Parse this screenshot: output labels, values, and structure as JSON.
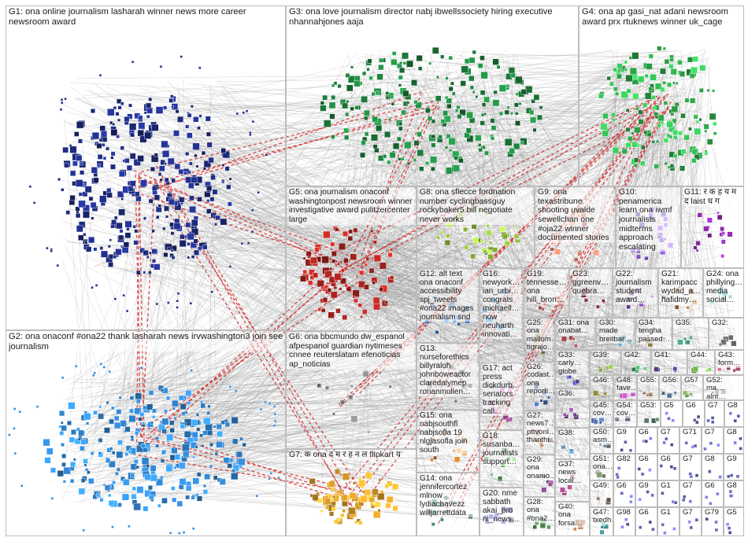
{
  "groups": [
    {
      "id": "G1",
      "label": "G1: ona online journalism lasharah winner news more career newsroom award",
      "color": "#1d2a7a",
      "nodes": 330
    },
    {
      "id": "G2",
      "label": "G2: ona onaconf #ona22 thank lasharah news irvwashington3 join see journalism",
      "color": "#2f80c8",
      "nodes": 280
    },
    {
      "id": "G3",
      "label": "G3: ona love journalism director nabj ibwellssociety hiring executive nhannahjones aaja",
      "color": "#1c7a3a",
      "nodes": 220
    },
    {
      "id": "G4",
      "label": "G4: ona ap gasi_nat adani newsroom award prx rtuknews winner uk_cage",
      "color": "#2ea84a",
      "nodes": 150
    },
    {
      "id": "G5",
      "label": "G5: ona journalism onaconf washingtonpost newsroom winner investigative award pulitzercenter large",
      "color": "#a5231f",
      "nodes": 90
    },
    {
      "id": "G6",
      "label": "G6: ona bbcmundo dw_espanol afpespanol guardian nytimeses cnnee reuterslatam efenoticias ap_noticias",
      "color": "#8a8a8a",
      "nodes": 10
    },
    {
      "id": "G7",
      "label": "G7: क ona द म र ह न ल flipkart य",
      "color": "#e0a22a",
      "nodes": 80
    },
    {
      "id": "G8",
      "label": "G8: ona sflecce fordnation number cyclingbassguy rockybaker5 bill negotiate never works",
      "color": "#9ac93a",
      "nodes": 40
    },
    {
      "id": "G9",
      "label": "G9: ona texastribune shooting uvalde sewellchan one #oja22 winner documented stories",
      "color": "#d9826a",
      "nodes": 25
    },
    {
      "id": "G10",
      "label": "G10: penamerica learn ona iwmf journalists midterms approach escalating",
      "color": "#7a4fc0",
      "nodes": 20
    },
    {
      "id": "G11",
      "label": "G11: र क ह य म द laist ध ग",
      "color": "#8a2aa8",
      "nodes": 18
    },
    {
      "id": "G12",
      "label": "G12: alt text ona onaconf accessibility spj_tweets #ona22 images journalism snd",
      "color": "#3a6fb0",
      "nodes": 14
    },
    {
      "id": "G13",
      "label": "G13: nurseforethics billyraloh johnboweactor claredalymep ronanmullen…",
      "color": "#6a6a6a",
      "nodes": 12
    },
    {
      "id": "G14",
      "label": "G14: ona jennifercortez mlnow lydiachavezz willjarrettdata",
      "color": "#3a7a6a",
      "nodes": 12
    },
    {
      "id": "G15",
      "label": "G15: ona nabjsouthfl nabjsofla 19 nlgjasofla join south",
      "color": "#c07a2a",
      "nodes": 11
    },
    {
      "id": "G16",
      "label": "G16: newyork… ian_urbi… congrats michaell… now neuharth innovati…",
      "color": "#2a8ac0",
      "nodes": 10
    },
    {
      "id": "G17",
      "label": "G17: act press dickdurb… senators tracking call…",
      "color": "#a04a9a",
      "nodes": 10
    },
    {
      "id": "G18",
      "label": "G18: susanba… journalists support…",
      "color": "#4a9a4a",
      "nodes": 9
    },
    {
      "id": "G19",
      "label": "G19: tennesse… ona hill_bron…",
      "color": "#c05a5a",
      "nodes": 9
    },
    {
      "id": "G20",
      "label": "G20: nme sabbath akai_pro ni_news…",
      "color": "#5a5ac0",
      "nodes": 9
    },
    {
      "id": "G21",
      "label": "G21: karimpacc wydad_a… hafidmy…",
      "color": "#b07030",
      "nodes": 8
    },
    {
      "id": "G22",
      "label": "G22: journalism student award…",
      "color": "#6a3a9a",
      "nodes": 8
    },
    {
      "id": "G23",
      "label": "G23: ggreenv… quebra…",
      "color": "#9a3a6a",
      "nodes": 8
    },
    {
      "id": "G24",
      "label": "G24: ona phillying… media social…",
      "color": "#3a9a9a",
      "nodes": 8
    },
    {
      "id": "G25",
      "label": "G25: ona mailom… tigrajo…",
      "color": "#7a7a3a",
      "nodes": 7
    },
    {
      "id": "G26",
      "label": "G26: codast… ona reporti…",
      "color": "#3a5a9a",
      "nodes": 7
    },
    {
      "id": "G27",
      "label": "G27: news7… pttvonl… thanthi…",
      "color": "#9a5a3a",
      "nodes": 7
    },
    {
      "id": "G28",
      "label": "G28: ona #ona2…",
      "color": "#5a9a5a",
      "nodes": 6
    },
    {
      "id": "G29",
      "label": "G29: ona onamo…",
      "color": "#8a4a8a",
      "nodes": 6
    },
    {
      "id": "G30",
      "label": "G30: made breitbar…",
      "color": "#4a8aa8",
      "nodes": 6
    },
    {
      "id": "G31",
      "label": "G31: ona onabat…",
      "color": "#a84a4a",
      "nodes": 6
    },
    {
      "id": "G32",
      "label": "G32:",
      "color": "#5a5a5a",
      "nodes": 5
    },
    {
      "id": "G33",
      "label": "G33: carly… globe",
      "color": "#4a4aa8",
      "nodes": 5
    },
    {
      "id": "G34",
      "label": "G34: tengha passed…",
      "color": "#a8884a",
      "nodes": 5
    },
    {
      "id": "G35",
      "label": "G35:",
      "color": "#4aa888",
      "nodes": 5
    },
    {
      "id": "G36",
      "label": "G36:",
      "color": "#884aa8",
      "nodes": 5
    },
    {
      "id": "G37",
      "label": "G37: news local…",
      "color": "#a84a88",
      "nodes": 5
    },
    {
      "id": "G38",
      "label": "G38:",
      "color": "#4a88a8",
      "nodes": 4
    },
    {
      "id": "G39",
      "label": "G39:",
      "color": "#88a84a",
      "nodes": 4
    },
    {
      "id": "G40",
      "label": "G40: ona forsa…",
      "color": "#a86a4a",
      "nodes": 4
    },
    {
      "id": "G41",
      "label": "G41:",
      "color": "#6a4aa8",
      "nodes": 4
    },
    {
      "id": "G42",
      "label": "G42:",
      "color": "#4aa86a",
      "nodes": 4
    },
    {
      "id": "G43",
      "label": "G43: form…",
      "color": "#a84a6a",
      "nodes": 4
    },
    {
      "id": "G44",
      "label": "G44:",
      "color": "#6aa84a",
      "nodes": 4
    },
    {
      "id": "G45",
      "label": "G45: cov…",
      "color": "#4a6aa8",
      "nodes": 4
    },
    {
      "id": "G46",
      "label": "G46:",
      "color": "#a8a84a",
      "nodes": 4
    },
    {
      "id": "G47",
      "label": "G47: txedh…",
      "color": "#4aa8a8",
      "nodes": 4
    },
    {
      "id": "G48",
      "label": "G48: fave…",
      "color": "#a84aa8",
      "nodes": 4
    },
    {
      "id": "G49",
      "label": "G49:",
      "color": "#7a6a5a",
      "nodes": 3
    },
    {
      "id": "G50",
      "label": "G50: asm…",
      "color": "#5a6a7a",
      "nodes": 3
    },
    {
      "id": "G51",
      "label": "G51: ona…",
      "color": "#6a7a5a",
      "nodes": 3
    },
    {
      "id": "G52",
      "label": "G52: ma… alnt…",
      "color": "#7a5a6a",
      "nodes": 3
    },
    {
      "id": "G53",
      "label": "G53:",
      "color": "#5a7a6a",
      "nodes": 3
    },
    {
      "id": "G54",
      "label": "G54: cov…",
      "color": "#6a5a7a",
      "nodes": 3
    },
    {
      "id": "G55",
      "label": "G55:",
      "color": "#8a6a4a",
      "nodes": 3
    },
    {
      "id": "G56",
      "label": "G56:",
      "color": "#4a6a8a",
      "nodes": 3
    },
    {
      "id": "G57",
      "label": "G57",
      "color": "#6a8a4a",
      "nodes": 3
    }
  ],
  "small_labels": [
    "G5",
    "G6",
    "G7",
    "G8",
    "G9",
    "G6",
    "G7",
    "G71",
    "G7",
    "G8",
    "G82",
    "G6",
    "G6",
    "G7",
    "G8",
    "G9",
    "G6",
    "G9",
    "G1",
    "G7",
    "G6",
    "G8",
    "G98",
    "G6",
    "G1",
    "G7",
    "G79"
  ]
}
